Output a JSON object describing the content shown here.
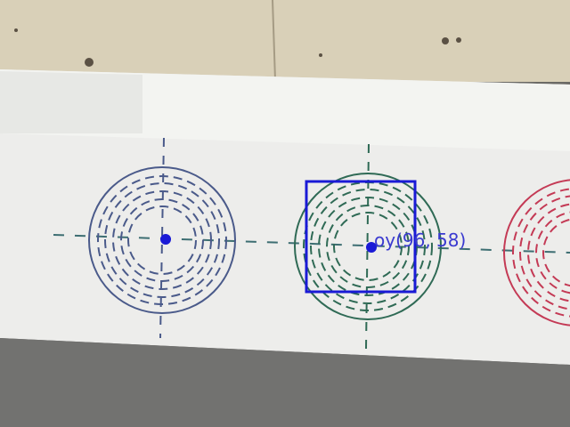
{
  "camera_view": {
    "description_visible": false,
    "overlay": {
      "detection_label": "oy(96, 58)",
      "box_color": "#1a1ad6",
      "point_color": "#1a1ad6"
    },
    "targets": [
      {
        "name": "blue-target",
        "color": "#4a5a8a"
      },
      {
        "name": "green-target",
        "color": "#2f6a55"
      },
      {
        "name": "red-target",
        "color": "#c43a55"
      }
    ],
    "colors": {
      "wall": "#d9d0b8",
      "paper": "#ededeb",
      "tape": "#f3f4f2",
      "floor": "#727270",
      "crosshair_dash": "#3d6e72"
    }
  }
}
